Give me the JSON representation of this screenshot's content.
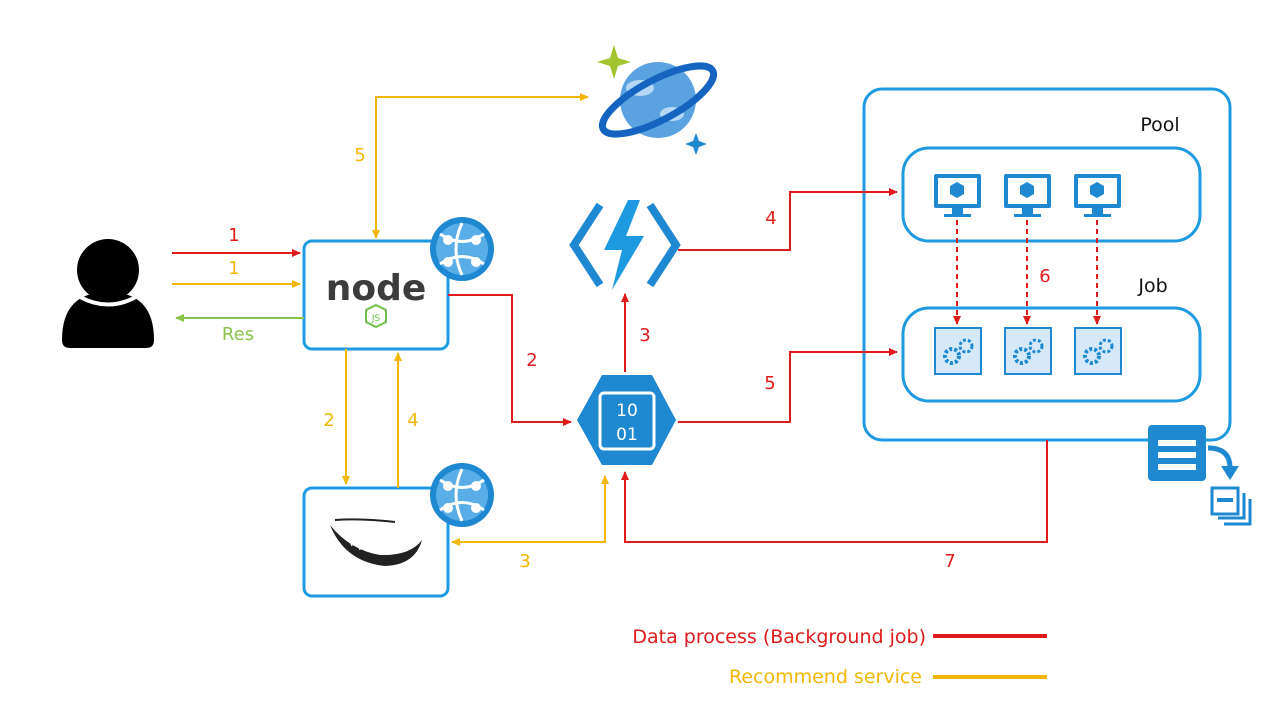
{
  "colors": {
    "red": "#e01b1b",
    "yellow": "#f2b705",
    "green": "#8bc34a",
    "blue": "#1e9be0",
    "blue_dark": "#1565c0"
  },
  "icons": {
    "user": "user-icon",
    "node": "nodejs-logo",
    "flask": "flask-logo",
    "cosmos": "cosmos-db-icon",
    "function": "azure-function-icon",
    "queue": "binary-data-icon",
    "vm": "virtual-machine-icon",
    "task": "task-gear-icon",
    "export": "export-list-icon",
    "webapp": "web-app-globe-icon"
  },
  "labels": {
    "pool": "Pool",
    "job": "Job",
    "node_text": "node",
    "node_badge": "JS",
    "binary": "10\n01"
  },
  "arrows": {
    "user_to_node_red": "1",
    "user_to_node_yellow": "1",
    "response": "Res",
    "node_to_cosmos": "5",
    "node_to_flask": "2",
    "flask_to_node": "4",
    "flask_to_queue": "3",
    "node_to_queue": "2",
    "queue_to_function": "3",
    "function_to_pool": "4",
    "queue_to_job": "5",
    "pool_to_job": "6",
    "batch_to_queue": "7"
  },
  "legend": {
    "red_label": "Data process (Background job)",
    "yellow_label": "Recommend service"
  }
}
